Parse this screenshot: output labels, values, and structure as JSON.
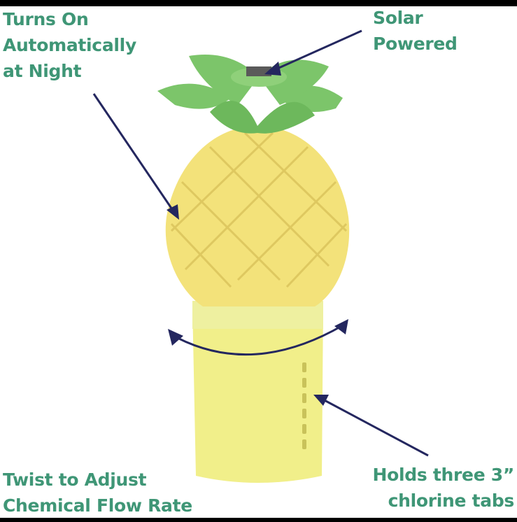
{
  "labels": {
    "night": [
      "Turns On",
      "Automatically",
      "at Night"
    ],
    "solar": [
      "Solar",
      "Powered"
    ],
    "twist": [
      "Twist to Adjust",
      "Chemical Flow Rate"
    ],
    "holds": [
      "Holds three 3”",
      "chlorine tabs"
    ]
  },
  "colors": {
    "label_text": "#3f9676",
    "arrow": "#24275f",
    "pineapple_body": "#f3e27a",
    "leaves": "#7cc56a",
    "canister": "#f1ef8a"
  }
}
